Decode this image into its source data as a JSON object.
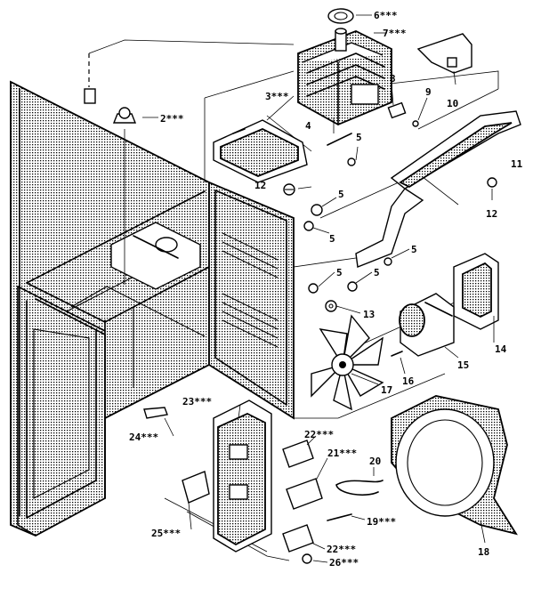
{
  "callouts": [
    {
      "id": "c2",
      "text": "2***"
    },
    {
      "id": "c3",
      "text": "3***"
    },
    {
      "id": "c4",
      "text": "4"
    },
    {
      "id": "c5a",
      "text": "5"
    },
    {
      "id": "c5b",
      "text": "5"
    },
    {
      "id": "c5c",
      "text": "5"
    },
    {
      "id": "c5d",
      "text": "5"
    },
    {
      "id": "c5e",
      "text": "5"
    },
    {
      "id": "c5f",
      "text": "5"
    },
    {
      "id": "c6",
      "text": "6***"
    },
    {
      "id": "c7",
      "text": "7***"
    },
    {
      "id": "c8",
      "text": "8"
    },
    {
      "id": "c9",
      "text": "9"
    },
    {
      "id": "c10",
      "text": "10"
    },
    {
      "id": "c11",
      "text": "11"
    },
    {
      "id": "c12a",
      "text": "12"
    },
    {
      "id": "c12b",
      "text": "12"
    },
    {
      "id": "c13",
      "text": "13"
    },
    {
      "id": "c14",
      "text": "14"
    },
    {
      "id": "c15",
      "text": "15"
    },
    {
      "id": "c16",
      "text": "16"
    },
    {
      "id": "c17",
      "text": "17"
    },
    {
      "id": "c18",
      "text": "18"
    },
    {
      "id": "c19",
      "text": "19***"
    },
    {
      "id": "c20",
      "text": "20"
    },
    {
      "id": "c21",
      "text": "21***"
    },
    {
      "id": "c22a",
      "text": "22***"
    },
    {
      "id": "c22b",
      "text": "22***"
    },
    {
      "id": "c23",
      "text": "23***"
    },
    {
      "id": "c24",
      "text": "24***"
    },
    {
      "id": "c25",
      "text": "25***"
    },
    {
      "id": "c26",
      "text": "26***"
    }
  ]
}
